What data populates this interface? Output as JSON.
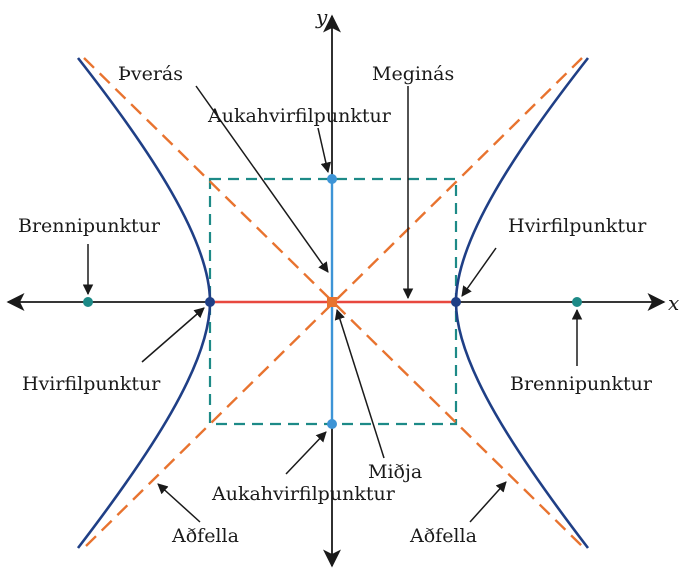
{
  "labels": {
    "y_axis": "y",
    "x_axis": "x",
    "transverse_axis": "Þverás",
    "major_axis": "Meginás",
    "co_vertex_top": "Aukahvirfilpunktur",
    "co_vertex_bottom": "Aukahvirfilpunktur",
    "focus_left": "Brennipunktur",
    "focus_right": "Brennipunktur",
    "vertex_left": "Hvirfilpunktur",
    "vertex_right": "Hvirfilpunktur",
    "center": "Miðja",
    "asymptote_left": "Aðfella",
    "asymptote_right": "Aðfella"
  },
  "colors": {
    "hyperbola": "#1f3f86",
    "asymptote": "#e8732f",
    "box": "#1d8a87",
    "transverse_segment": "#e8483f",
    "conjugate_segment": "#3d94d6",
    "axes": "#1a1a1a",
    "focus_point": "#1d8a87",
    "vertex_point": "#1f3f86",
    "covertex_point": "#3d94d6",
    "center_point": "#e8732f"
  }
}
